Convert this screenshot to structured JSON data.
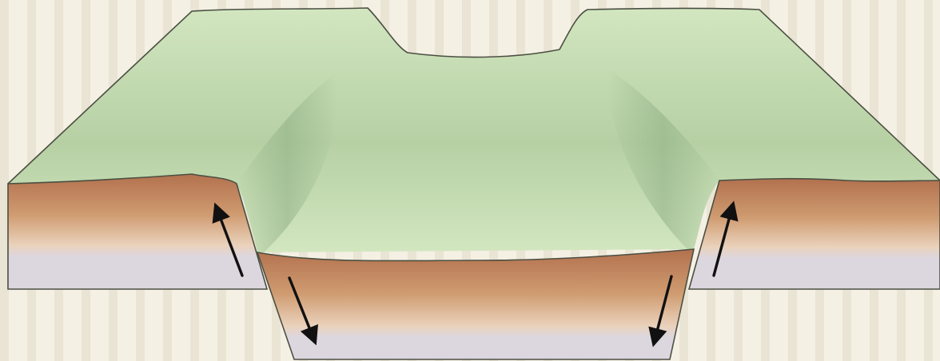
{
  "diagram": {
    "kind": "graben-normal-fault-block",
    "colors": {
      "background_light": "#f4f0e4",
      "background_stripe": "#e2dac6",
      "land_surface_light": "#d2e6c0",
      "land_surface_mid": "#b6d0a4",
      "land_surface_dark": "#8fae84",
      "soil_top": "#b2714e",
      "soil_mid": "#cf9b70",
      "soil_light": "#ead2bc",
      "bedrock": "#dcd6df",
      "outline": "#4b4f42",
      "arrow": "#111111"
    },
    "blocks": [
      {
        "name": "left-footwall-block",
        "motion": "up"
      },
      {
        "name": "central-graben-block",
        "motion": "down"
      },
      {
        "name": "right-footwall-block",
        "motion": "up"
      }
    ],
    "arrows": [
      {
        "name": "left-block-up-arrow",
        "direction": "up"
      },
      {
        "name": "graben-left-down-arrow",
        "direction": "down"
      },
      {
        "name": "graben-right-down-arrow",
        "direction": "down"
      },
      {
        "name": "right-block-up-arrow",
        "direction": "up"
      }
    ]
  }
}
